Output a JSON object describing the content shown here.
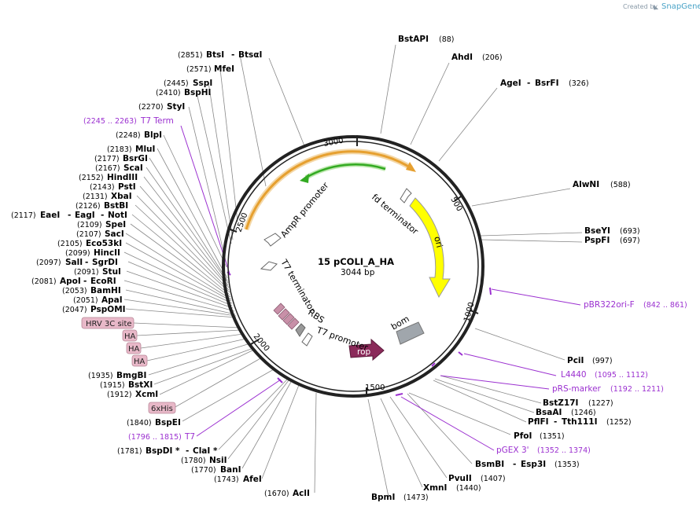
{
  "header": {
    "credit_prefix": "Created by",
    "credit_brand": "SnapGene"
  },
  "plasmid": {
    "name": "15 pCOLI_A_HA",
    "length": "3044 bp"
  },
  "ticks": [
    "500",
    "1000",
    "1500",
    "2000",
    "2500",
    "3000"
  ],
  "sites_right": [
    {
      "name": "BstAPI",
      "pos": "(88)"
    },
    {
      "name": "AhdI",
      "pos": "(206)"
    },
    {
      "name": "AgeI",
      "alt": "BsrFI",
      "pos": "(326)"
    },
    {
      "name": "AlwNI",
      "pos": "(588)"
    },
    {
      "name": "BseYI",
      "pos": "(693)"
    },
    {
      "name": "PspFI",
      "pos": "(697)"
    },
    {
      "name": "PciI",
      "pos": "(997)"
    },
    {
      "name": "BstZ17I",
      "pos": "(1227)"
    },
    {
      "name": "BsaAI",
      "pos": "(1246)"
    },
    {
      "name": "PflFI",
      "alt": "Tth111I",
      "pos": "(1252)"
    },
    {
      "name": "PfoI",
      "pos": "(1351)"
    },
    {
      "name": "BsmBI",
      "alt": "Esp3I",
      "pos": "(1353)"
    },
    {
      "name": "PvuII",
      "pos": "(1407)"
    },
    {
      "name": "XmnI",
      "pos": "(1440)"
    },
    {
      "name": "BpmI",
      "pos": "(1473)"
    }
  ],
  "sites_left": [
    {
      "name": "BtsI",
      "alt": "BtsαI",
      "pos": "(2851)"
    },
    {
      "name": "MfeI",
      "pos": "(2571)"
    },
    {
      "name": "SspI",
      "pos": "(2445)"
    },
    {
      "name": "BspHI",
      "pos": "(2410)"
    },
    {
      "name": "StyI",
      "pos": "(2270)"
    },
    {
      "name": "BlpI",
      "pos": "(2248)"
    },
    {
      "name": "MluI",
      "pos": "(2183)"
    },
    {
      "name": "BsrGI",
      "pos": "(2177)"
    },
    {
      "name": "ScaI",
      "pos": "(2167)"
    },
    {
      "name": "HindIII",
      "pos": "(2152)"
    },
    {
      "name": "PstI",
      "pos": "(2143)"
    },
    {
      "name": "XbaI",
      "pos": "(2131)"
    },
    {
      "name": "BstBI",
      "pos": "(2126)"
    },
    {
      "name": "EaeI",
      "alt": "EagI",
      "alt2": "NotI",
      "pos": "(2117)"
    },
    {
      "name": "SpeI",
      "pos": "(2109)"
    },
    {
      "name": "SacI",
      "pos": "(2107)"
    },
    {
      "name": "Eco53kI",
      "pos": "(2105)"
    },
    {
      "name": "HincII",
      "pos": "(2099)"
    },
    {
      "name": "SalI",
      "alt": "SgrDI",
      "pos": "(2097)"
    },
    {
      "name": "StuI",
      "pos": "(2091)"
    },
    {
      "name": "ApoI",
      "alt": "EcoRI",
      "pos": "(2081)"
    },
    {
      "name": "BamHI",
      "pos": "(2053)"
    },
    {
      "name": "ApaI",
      "pos": "(2051)"
    },
    {
      "name": "PspOMI",
      "pos": "(2047)"
    },
    {
      "name": "BmgBI",
      "pos": "(1935)"
    },
    {
      "name": "BstXI",
      "pos": "(1915)"
    },
    {
      "name": "XcmI",
      "pos": "(1912)"
    },
    {
      "name": "BspEI",
      "pos": "(1840)"
    },
    {
      "name": "BspDI *",
      "alt": "ClaI *",
      "pos": "(1781)"
    },
    {
      "name": "NsiI",
      "pos": "(1780)"
    },
    {
      "name": "BanI",
      "pos": "(1770)"
    },
    {
      "name": "AfeI",
      "pos": "(1743)"
    },
    {
      "name": "AclI",
      "pos": "(1670)"
    }
  ],
  "primers": [
    {
      "name": "pBR322ori-F",
      "range": "(842 .. 861)"
    },
    {
      "name": "L4440",
      "range": "(1095 .. 1112)"
    },
    {
      "name": "pRS-marker",
      "range": "(1192 .. 1211)"
    },
    {
      "name": "pGEX 3'",
      "range": "(1352 .. 1374)"
    },
    {
      "name": "T7",
      "range": "(1796 .. 1815)"
    },
    {
      "name": "T7 Term",
      "range": "(2245 .. 2263)"
    }
  ],
  "tags": [
    "HRV 3C site",
    "HA",
    "HA",
    "HA",
    "6xHis"
  ],
  "features": {
    "fd_terminator": "fd terminator",
    "ori": "ori",
    "bom": "bom",
    "rop": "rop",
    "t7_promoter": "T7 promoter",
    "rbs": "RBS",
    "t7_terminator": "T7 terminator",
    "ampr_promoter": "AmpR promoter"
  },
  "colors": {
    "backbone": "#222222",
    "primer": "#9b30d0",
    "ori": "#ffff00",
    "rop": "#8b2a5a",
    "bom": "#a0a6ac",
    "tag": "#e8b8c8",
    "ampr_arc": "#e6a030",
    "green_arc": "#33aa22",
    "leader": "#888888"
  }
}
